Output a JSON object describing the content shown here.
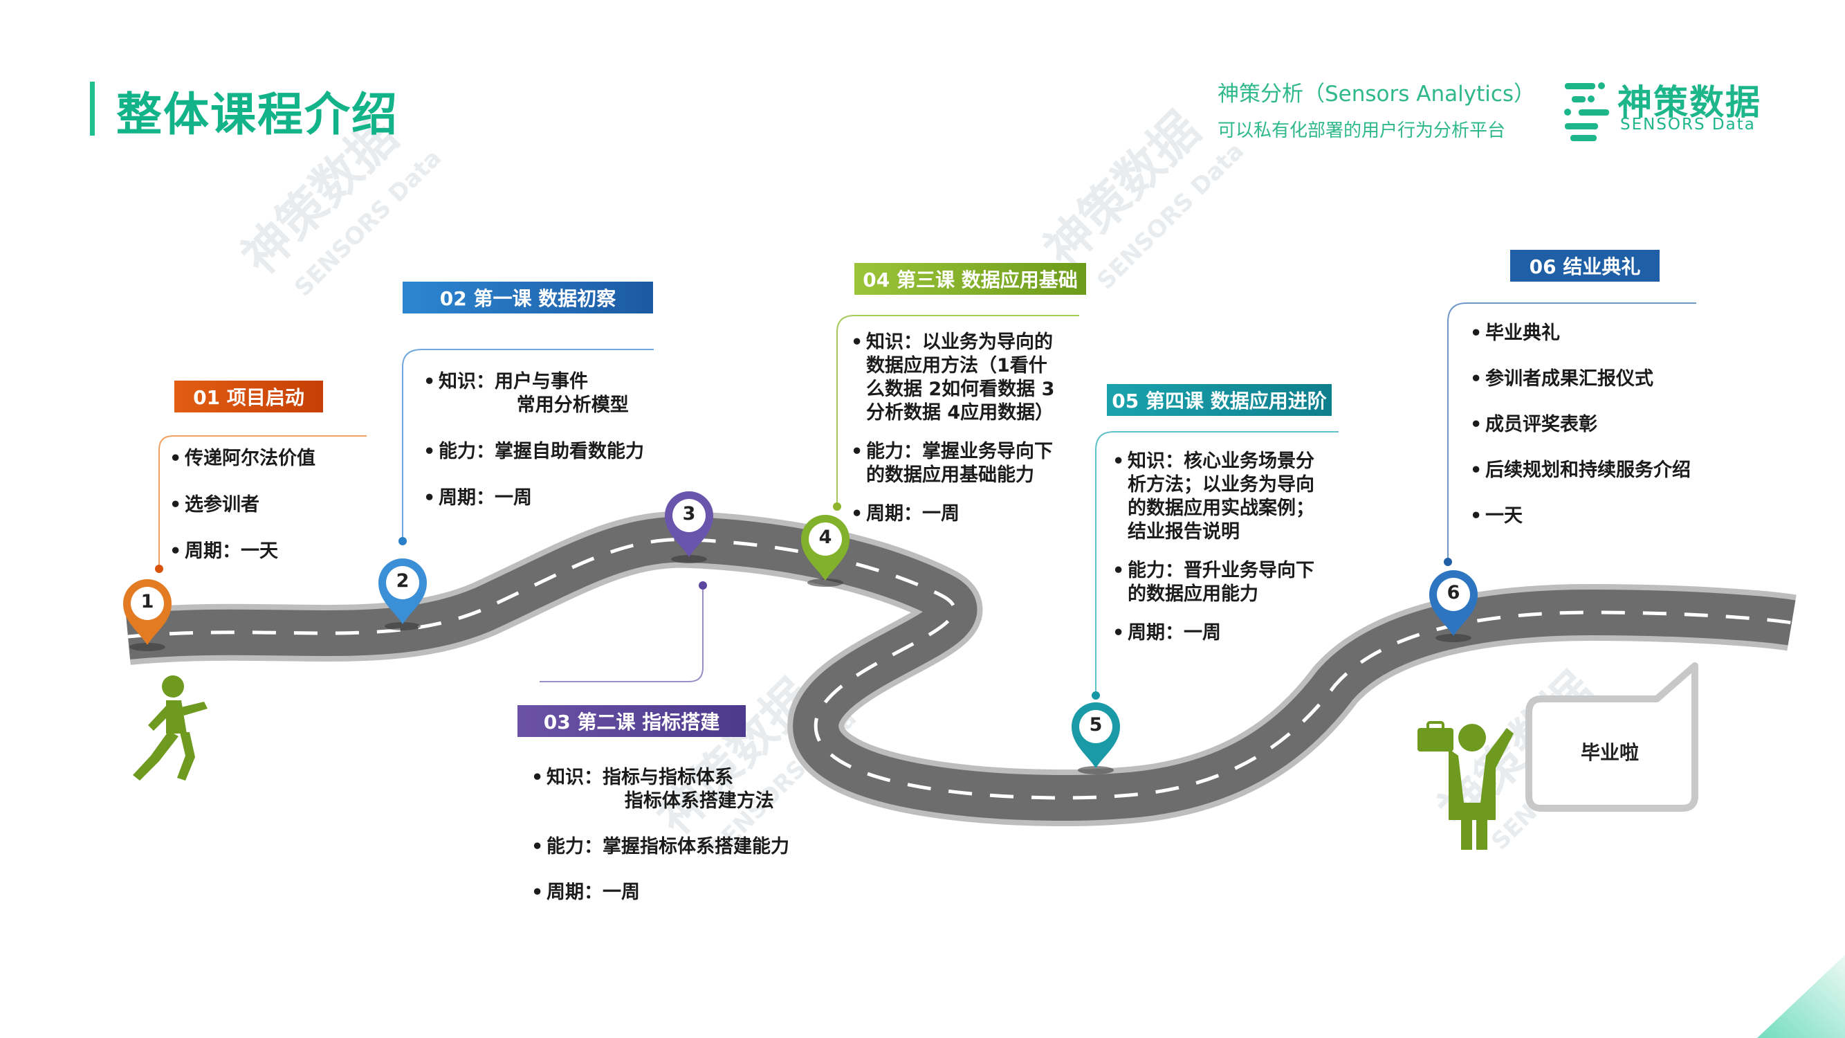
{
  "page": {
    "title": "整体课程介绍"
  },
  "brand": {
    "tagline": "神策分析（Sensors Analytics）",
    "subtitle": "可以私有化部署的用户行为分析平台",
    "logo_cn": "神策数据",
    "logo_en": "SENSORS Data"
  },
  "stages": [
    {
      "num": "1",
      "label": "01 项目启动",
      "color": "#d9520c",
      "items": [
        "传递阿尔法价值",
        "选参训者",
        "周期：一天"
      ]
    },
    {
      "num": "2",
      "label": "02 第一课 数据初察",
      "color": "#2a7fc9",
      "items": [
        "知识：用户与事件\n            常用分析模型",
        "能力：掌握自助看数能力",
        "周期：一周"
      ]
    },
    {
      "num": "3",
      "label": "03 第二课 指标搭建",
      "color": "#5b46a0",
      "items": [
        "知识：指标与指标体系\n            指标体系搭建方法",
        "能力：掌握指标体系搭建能力",
        "周期：一周"
      ]
    },
    {
      "num": "4",
      "label": "04 第三课 数据应用基础",
      "color": "#8db52c",
      "items": [
        "知识：以业务为导向的\n数据应用方法（1看什\n么数据 2如何看数据 3\n分析数据 4应用数据）",
        "能力：掌握业务导向下\n的数据应用基础能力",
        "周期：一周"
      ]
    },
    {
      "num": "5",
      "label": "05 第四课 数据应用进阶",
      "color": "#1596a3",
      "items": [
        "知识：核心业务场景分\n析方法；以业务为导向\n的数据应用实战案例；\n结业报告说明",
        "能力：晋升业务导向下\n的数据应用能力",
        "周期：一周"
      ]
    },
    {
      "num": "6",
      "label": "06 结业典礼",
      "color": "#1f5fa6",
      "items": [
        "毕业典礼",
        "参训者成果汇报仪式",
        "成员评奖表彰",
        "后续规划和持续服务介绍",
        "一天"
      ]
    }
  ],
  "bubble": {
    "text": "毕业啦"
  },
  "colors": {
    "accent": "#13b38a",
    "road": "#7a7a7a",
    "figure": "#6e9a1f"
  },
  "icons": {
    "runner": "running-person-icon",
    "graduate": "graduate-with-briefcase-icon",
    "logo": "sensors-logo-icon"
  }
}
